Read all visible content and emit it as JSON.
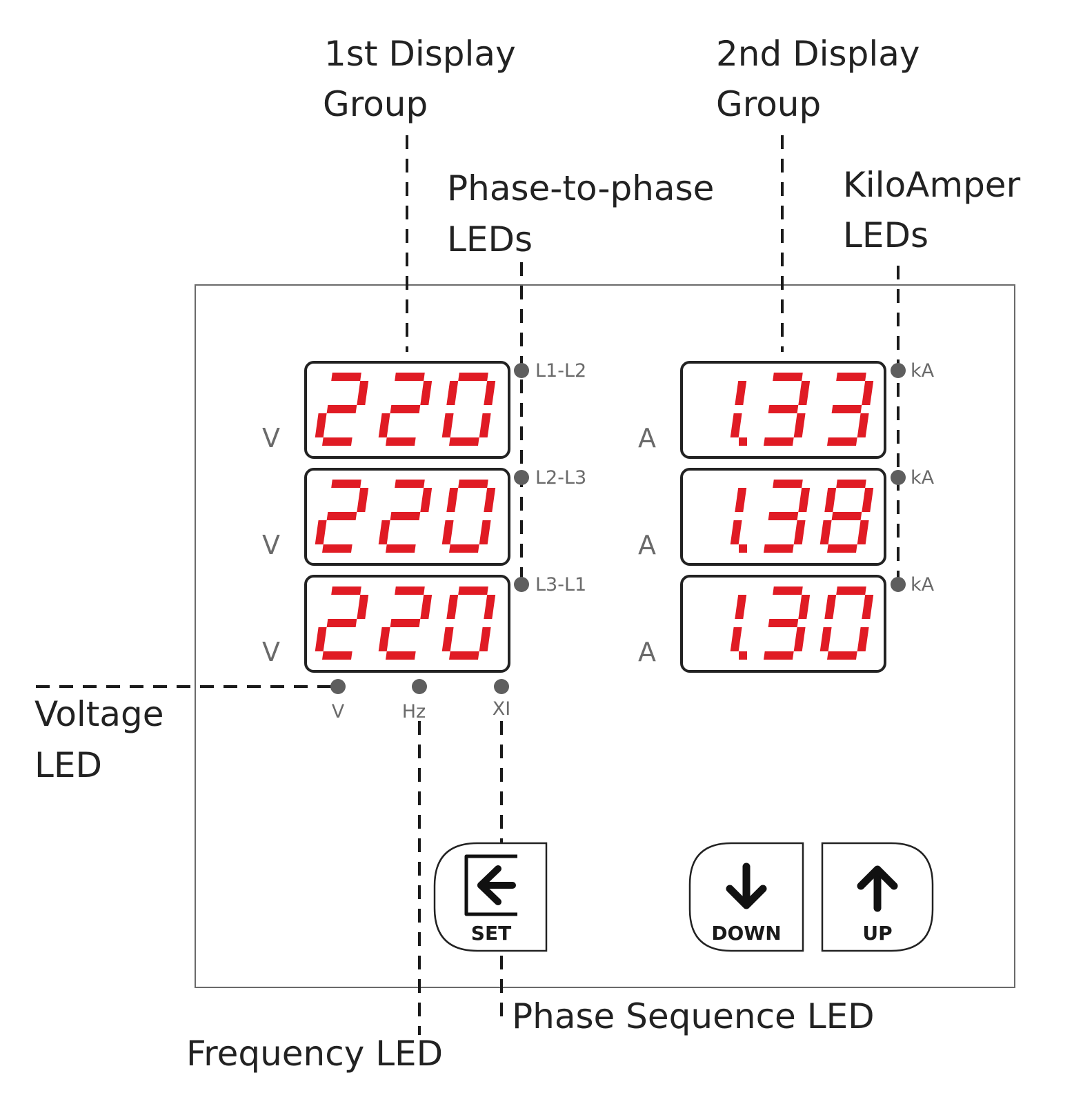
{
  "callouts": {
    "display1": [
      "1st Display",
      "Group"
    ],
    "phase_to_phase": [
      "Phase-to-phase",
      "LEDs"
    ],
    "display2": [
      "2nd Display",
      "Group"
    ],
    "kiloamper": [
      "KiloAmper",
      "LEDs"
    ],
    "voltage": [
      "Voltage",
      "LED"
    ],
    "frequency": "Frequency LED",
    "phase_sequence": "Phase Sequence LED"
  },
  "display1": {
    "rows": [
      {
        "value": "220",
        "unit": "V",
        "led_label": "L1-L2"
      },
      {
        "value": "220",
        "unit": "V",
        "led_label": "L2-L3"
      },
      {
        "value": "220",
        "unit": "V",
        "led_label": "L3-L1"
      }
    ]
  },
  "display2": {
    "rows": [
      {
        "value": "1.33",
        "unit": "A",
        "led_label": "kA"
      },
      {
        "value": "1.38",
        "unit": "A",
        "led_label": "kA"
      },
      {
        "value": "1.30",
        "unit": "A",
        "led_label": "kA"
      }
    ]
  },
  "bottom_leds": {
    "voltage": "V",
    "frequency": "Hz",
    "phase_sequence": "XI"
  },
  "buttons": {
    "set": {
      "label": "SET",
      "icon": "enter-arrow-icon"
    },
    "down": {
      "label": "DOWN",
      "icon": "arrow-down-icon"
    },
    "up": {
      "label": "UP",
      "icon": "arrow-up-icon"
    }
  },
  "colors": {
    "segment_red": "#e01b24",
    "led_gray": "#5e5e5e"
  }
}
